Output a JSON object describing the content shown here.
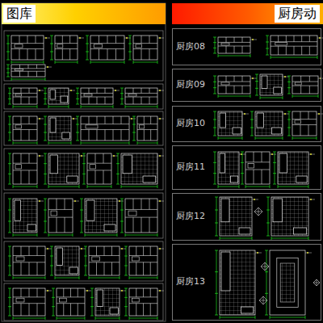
{
  "diagram": {
    "nodes": [
      {
        "text": [
          "图库"
        ]
      },
      {
        "text": [
          "厨房动"
        ]
      },
      {
        "text": [
          "厨房08"
        ]
      },
      {
        "text": [
          "厨房09"
        ]
      },
      {
        "text": [
          "厨房10"
        ]
      },
      {
        "text": [
          "厨房11"
        ]
      },
      {
        "text": [
          "厨房12"
        ]
      },
      {
        "text": [
          "厨房13"
        ]
      }
    ]
  }
}
